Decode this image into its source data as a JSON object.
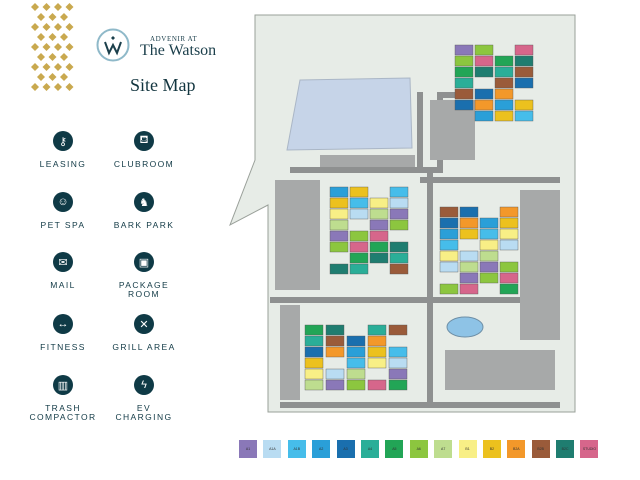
{
  "brand": {
    "top_line": "ADVENIR AT",
    "name": "The Watson",
    "accent_gold": "#c9a94f",
    "logo_ring": "#8fb9c9"
  },
  "page_title": "Site Map",
  "amenities": [
    {
      "label": "LEASING",
      "icon": "key-icon",
      "glyph": "⚷"
    },
    {
      "label": "CLUBROOM",
      "icon": "sofa-icon",
      "glyph": "⛾"
    },
    {
      "label": "PET SPA",
      "icon": "dog-face-icon",
      "glyph": "☺"
    },
    {
      "label": "BARK PARK",
      "icon": "dog-icon",
      "glyph": "♞"
    },
    {
      "label": "MAIL",
      "icon": "mail-icon",
      "glyph": "✉"
    },
    {
      "label": "PACKAGE ROOM",
      "icon": "package-icon",
      "glyph": "▣"
    },
    {
      "label": "FITNESS",
      "icon": "dumbbell-icon",
      "glyph": "↔"
    },
    {
      "label": "GRILL AREA",
      "icon": "grill-utensils-icon",
      "glyph": "✕"
    },
    {
      "label": "TRASH COMPACTOR",
      "icon": "trash-icon",
      "glyph": "▥"
    },
    {
      "label": "EV CHARGING",
      "icon": "ev-charging-icon",
      "glyph": "ϟ"
    }
  ],
  "legend": [
    {
      "label": "A1",
      "color": "#8a78b8"
    },
    {
      "label": "A1A",
      "color": "#b9dcf2"
    },
    {
      "label": "A1B",
      "color": "#46bdea"
    },
    {
      "label": "A2",
      "color": "#2a9fd8"
    },
    {
      "label": "A3",
      "color": "#1a6fae"
    },
    {
      "label": "A4",
      "color": "#2aae98"
    },
    {
      "label": "A5",
      "color": "#22a556"
    },
    {
      "label": "A6",
      "color": "#8cc63f"
    },
    {
      "label": "A7",
      "color": "#bedd8f"
    },
    {
      "label": "B1",
      "color": "#f8ef86"
    },
    {
      "label": "B2",
      "color": "#ecc11e"
    },
    {
      "label": "B2A",
      "color": "#f3982a"
    },
    {
      "label": "B2B",
      "color": "#9a5b3a"
    },
    {
      "label": "B2C",
      "color": "#1f7d70"
    },
    {
      "label": "STUDIO",
      "color": "#d6668b"
    }
  ]
}
